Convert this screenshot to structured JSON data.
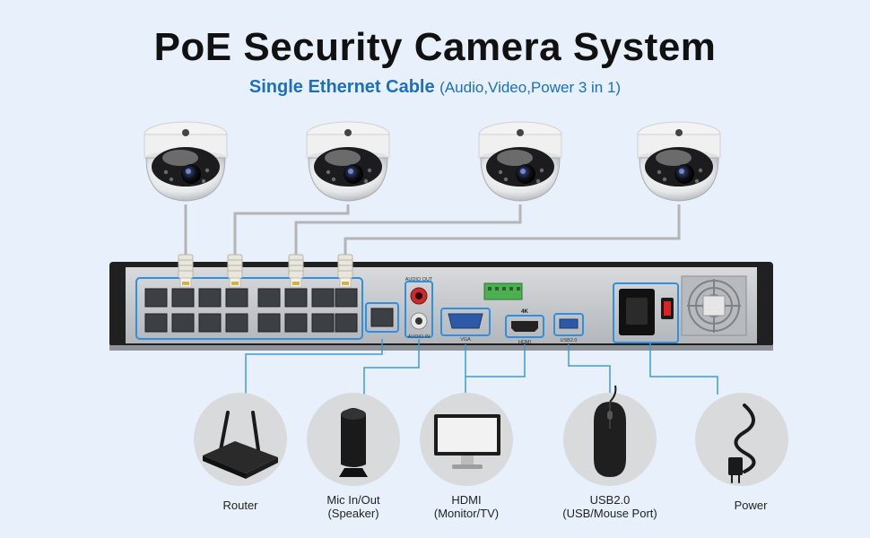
{
  "header": {
    "title": "PoE Security Camera System",
    "subtitle_main": "Single Ethernet Cable",
    "subtitle_note": "(Audio,Video,Power 3 in 1)"
  },
  "nvr": {
    "port_labels": {
      "audio_out": "AUDIO OUT",
      "audio_in": "AUDIO IN",
      "vga": "VGA",
      "hdmi_4k": "4K",
      "hdmi": "HDMI",
      "usb": "USB2.0"
    }
  },
  "devices": [
    {
      "label": "Router",
      "icon": "router-icon"
    },
    {
      "label": "Mic In/Out",
      "sublabel": "(Speaker)",
      "icon": "speaker-icon"
    },
    {
      "label": "HDMI",
      "sublabel": "(Monitor/TV)",
      "icon": "monitor-icon"
    },
    {
      "label": "USB2.0",
      "sublabel": "(USB/Mouse Port)",
      "icon": "mouse-icon"
    },
    {
      "label": "Power",
      "icon": "power-cable-icon"
    }
  ],
  "colors": {
    "accent": "#1b6fc2",
    "connector_line": "#3a9ad9",
    "cable": "#b5b5b5",
    "nvr_body": "#202020",
    "nvr_panel": "#c9ccd0"
  }
}
